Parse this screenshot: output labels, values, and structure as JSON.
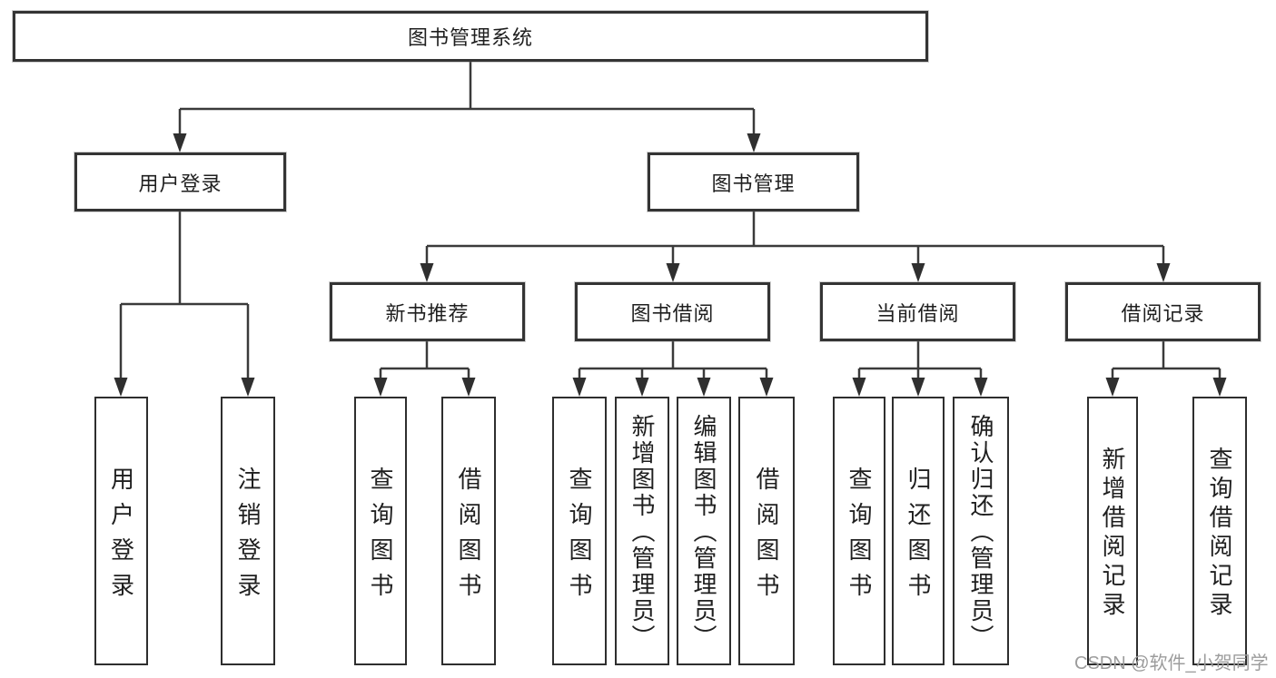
{
  "diagram_type": "hierarchy-tree",
  "tree": {
    "label": "图书管理系统",
    "children": [
      {
        "label": "用户登录",
        "children": [
          {
            "label": "用户登录"
          },
          {
            "label": "注销登录"
          }
        ]
      },
      {
        "label": "图书管理",
        "children": [
          {
            "label": "新书推荐",
            "children": [
              {
                "label": "查询图书"
              },
              {
                "label": "借阅图书"
              }
            ]
          },
          {
            "label": "图书借阅",
            "children": [
              {
                "label": "查询图书"
              },
              {
                "label": "新增图书（管理员）"
              },
              {
                "label": "编辑图书（管理员）"
              },
              {
                "label": "借阅图书"
              }
            ]
          },
          {
            "label": "当前借阅",
            "children": [
              {
                "label": "查询图书"
              },
              {
                "label": "归还图书"
              },
              {
                "label": "确认归还（管理员）"
              }
            ]
          },
          {
            "label": "借阅记录",
            "children": [
              {
                "label": "新增借阅记录"
              },
              {
                "label": "查询借阅记录"
              }
            ]
          }
        ]
      }
    ]
  },
  "watermark": {
    "text": "CSDN @软件_小贺同学",
    "color": "#9c9c9c"
  },
  "colors": {
    "background": "#ffffff",
    "line": "#3a3a3a",
    "box_border": "#343434",
    "text": "#1f1f1f",
    "arrow_fill": "#2f2f2f"
  }
}
